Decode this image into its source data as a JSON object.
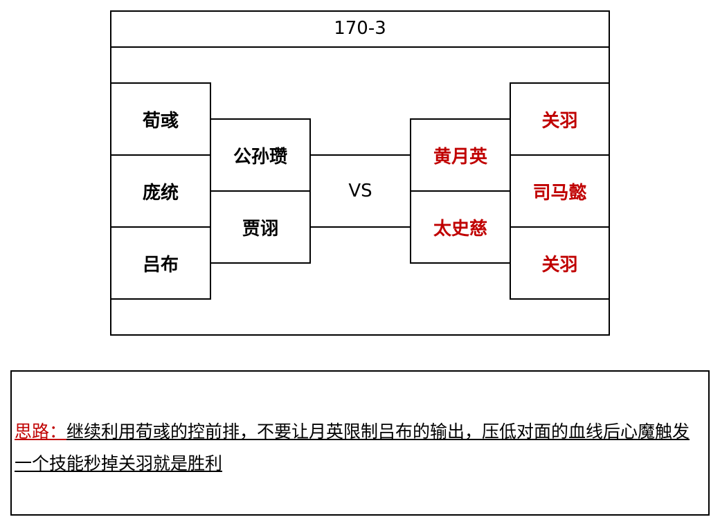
{
  "diagram": {
    "title": "170-3",
    "vs": "VS",
    "left": {
      "outer": [
        "荀彧",
        "庞统",
        "吕布"
      ],
      "inner": [
        "公孙瓒",
        "贾诩"
      ]
    },
    "right": {
      "inner": [
        "黄月英",
        "太史慈"
      ],
      "outer": [
        "关羽",
        "司马懿",
        "关羽"
      ]
    },
    "colors": {
      "left_names": "#000000",
      "right_names": "#c00000",
      "label": "#c00000",
      "border": "#000000"
    }
  },
  "note": {
    "label": "思路：",
    "text": "继续利用荀彧的控前排，不要让月英限制吕布的输出，压低对面的血线后心魔触发一个技能秒掉关羽就是胜利"
  }
}
